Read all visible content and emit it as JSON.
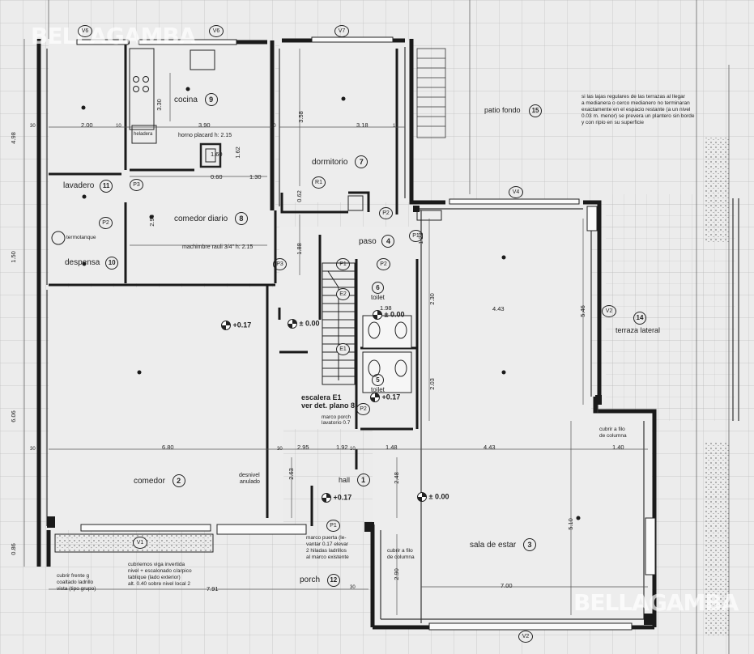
{
  "watermark": {
    "top": "BELLAGAMBA",
    "bottom": "BELLAGAMBA"
  },
  "rooms": [
    {
      "label": "comedor",
      "number": "2"
    },
    {
      "label": "hall",
      "number": "1"
    },
    {
      "label": "sala de estar",
      "number": "3"
    },
    {
      "label": "paso",
      "number": "4"
    },
    {
      "label": "toilet",
      "number": "5"
    },
    {
      "label": "toilet",
      "number": "6"
    },
    {
      "label": "dormitorio",
      "number": "7"
    },
    {
      "label": "comedor diario",
      "number": "8"
    },
    {
      "label": "cocina",
      "number": "9"
    },
    {
      "label": "despensa",
      "number": "10"
    },
    {
      "label": "lavadero",
      "number": "11"
    },
    {
      "label": "porch",
      "number": "12"
    },
    {
      "label": "terraza lateral",
      "number": "14"
    },
    {
      "label": "patio fondo",
      "number": "15"
    }
  ],
  "window_tags": [
    "V6",
    "V6",
    "V7",
    "V4",
    "V2",
    "V1",
    "V2"
  ],
  "door_tags": [
    "P3",
    "P2",
    "R1",
    "P2",
    "P1",
    "P1",
    "P3",
    "P2",
    "P2",
    "P1",
    "E2",
    "E1"
  ],
  "levels": [
    "+0.17",
    "± 0.00",
    "± 0.00",
    "+0.17",
    "+0.17",
    "± 0.00"
  ],
  "notes": {
    "horno": "horno placard h: 2.15",
    "machimbre": "machimbre rauli 3/4\" h: 2.15",
    "termotanque": "termotanque",
    "heladera": "heladera",
    "escalera": "escalera E1",
    "ver_plano": "ver det. plano 8",
    "marco": "marco porch",
    "lavatorio": "lavatorio 0.7",
    "desnivel": "desnivel",
    "anulado": "anulado",
    "cubrir_frente": [
      "cubrir frente g",
      "coaltado ladrillo",
      "vista (tipo grupo)"
    ],
    "cubriemos": [
      "cubriemos viga invertida",
      "nivel + escalonado c/arpico",
      "tablique (lado exterior)",
      "alt. 0.40 sobre nivel local 2"
    ],
    "marco_puerta": [
      "marco puerta (le-",
      "vantar 0.17 elevar",
      "2 hiladas ladrillos",
      "al marco existente"
    ],
    "cubrir_filo_1": [
      "cubrir a filo",
      "de columna"
    ],
    "cubrir_filo_2": [
      "cubrir a filo",
      "de columna"
    ],
    "terrazas": [
      "si las lajas regulares de las terrazas al llegar",
      "a medianera o cerco medianero no terminaran",
      "exactamente en el espacio restante (a un nivel",
      "0.03 m. menor) se prevera un plantero sin borde",
      "y con ripio en su superficie"
    ]
  },
  "dimensions": [
    "2.00",
    "3.90",
    "3.18",
    "6.80",
    "2.95",
    "1.92",
    "1.48",
    "4.43",
    "1.40",
    "7.00",
    "7.91",
    "4.43",
    "1.30",
    "0.60",
    "3.30",
    "3.58",
    "4.98",
    "1.50",
    "6.06",
    "0.86",
    "2.98",
    "0.62",
    "1.88",
    "1.23",
    "1.98",
    "2.30",
    "2.03",
    "5.46",
    "5.10",
    "2.63",
    "2.48",
    "2.90",
    "1.62",
    "1.60",
    "30",
    "30",
    "30",
    "30",
    "10",
    "10",
    "10",
    "10"
  ]
}
